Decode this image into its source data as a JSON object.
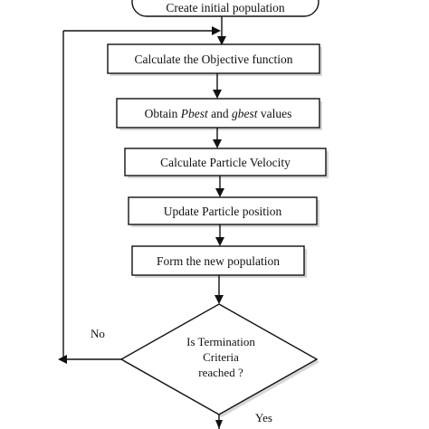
{
  "flowchart": {
    "start": {
      "label": "Create initial population"
    },
    "steps": [
      {
        "label": "Calculate the Objective function"
      },
      {
        "label_parts": [
          "Obtain ",
          "Pbest",
          " and ",
          "gbest",
          " values"
        ]
      },
      {
        "label": "Calculate Particle Velocity"
      },
      {
        "label": "Update Particle position"
      },
      {
        "label": "Form the new population"
      }
    ],
    "decision": {
      "lines": [
        "Is Termination",
        "Criteria",
        "reached ?"
      ],
      "no_label": "No",
      "yes_label": "Yes"
    }
  }
}
